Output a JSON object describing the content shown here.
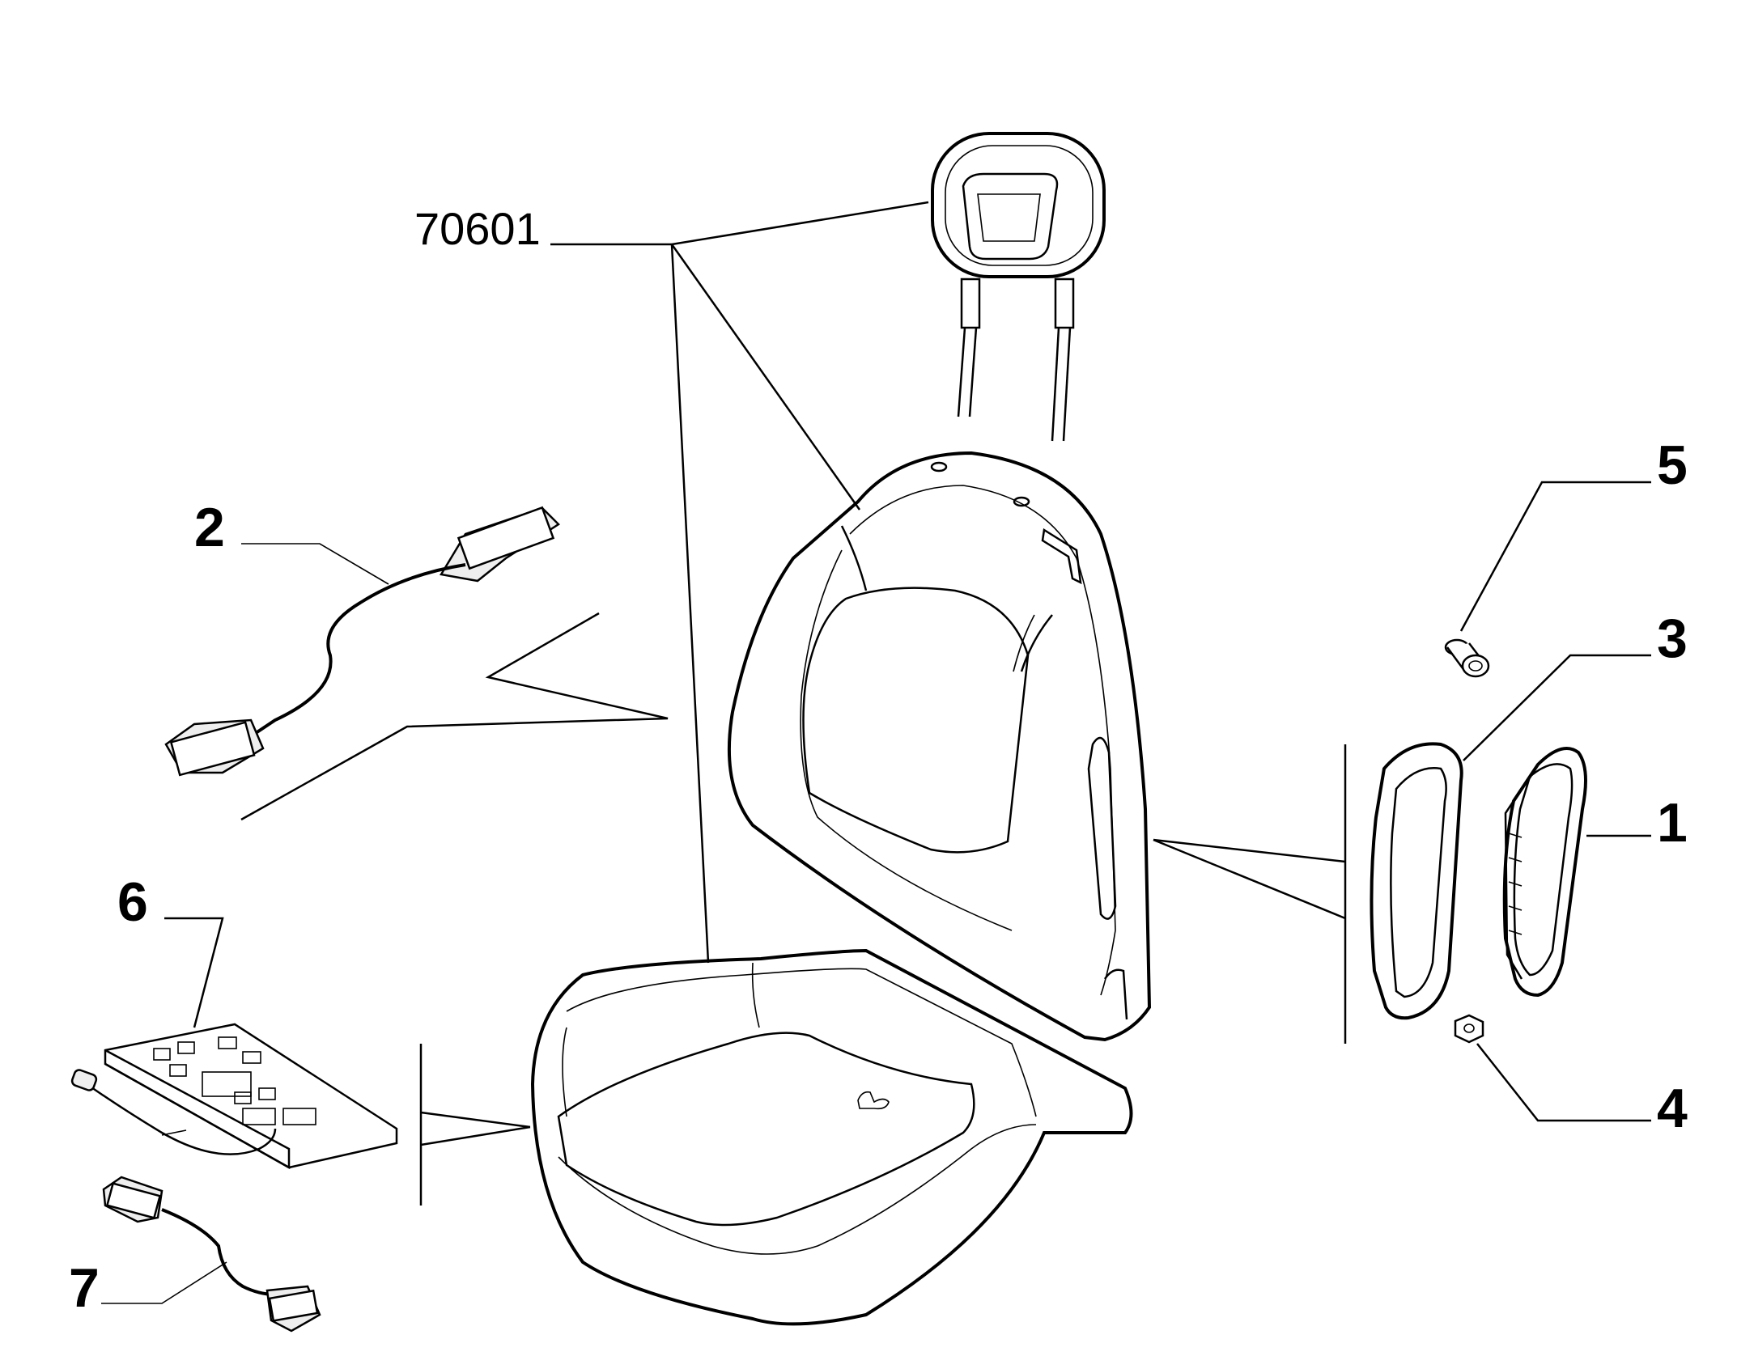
{
  "diagram": {
    "callouts": [
      {
        "id": "ref",
        "label": "70601"
      },
      {
        "id": "p1",
        "label": "1"
      },
      {
        "id": "p2",
        "label": "2"
      },
      {
        "id": "p3",
        "label": "3"
      },
      {
        "id": "p4",
        "label": "4"
      },
      {
        "id": "p5",
        "label": "5"
      },
      {
        "id": "p6",
        "label": "6"
      },
      {
        "id": "p7",
        "label": "7"
      }
    ]
  }
}
